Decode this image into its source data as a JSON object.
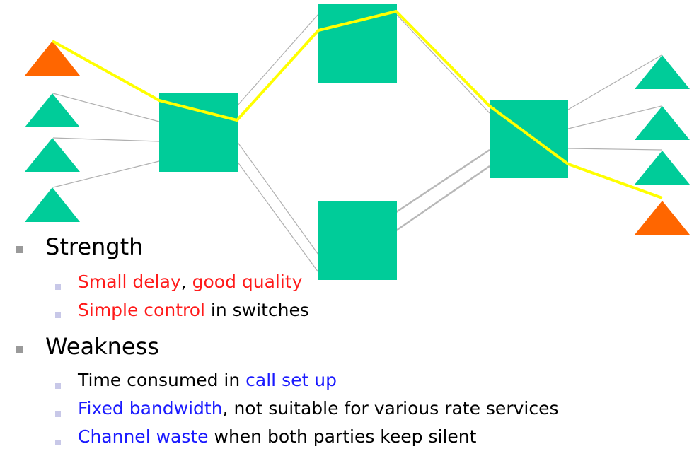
{
  "colors": {
    "node": "#00cc99",
    "source": "#ff6600",
    "path": "#ffff00",
    "link": "#b0b0b0",
    "highlight_red": "#ff1a1a",
    "highlight_blue": "#1a1aff"
  },
  "strength": {
    "heading": "Strength",
    "item1": {
      "a": "Small delay",
      "b": ", ",
      "c": "good quality"
    },
    "item2": {
      "a": "Simple control",
      "b": " in switches"
    }
  },
  "weakness": {
    "heading": "Weakness",
    "item1": {
      "a": "Time consumed in ",
      "b": "call set up"
    },
    "item2": {
      "a": "Fixed bandwidth",
      "b": ", not suitable for various rate services"
    },
    "item3": {
      "a": "Channel waste",
      "b": " when both parties keep silent"
    }
  }
}
